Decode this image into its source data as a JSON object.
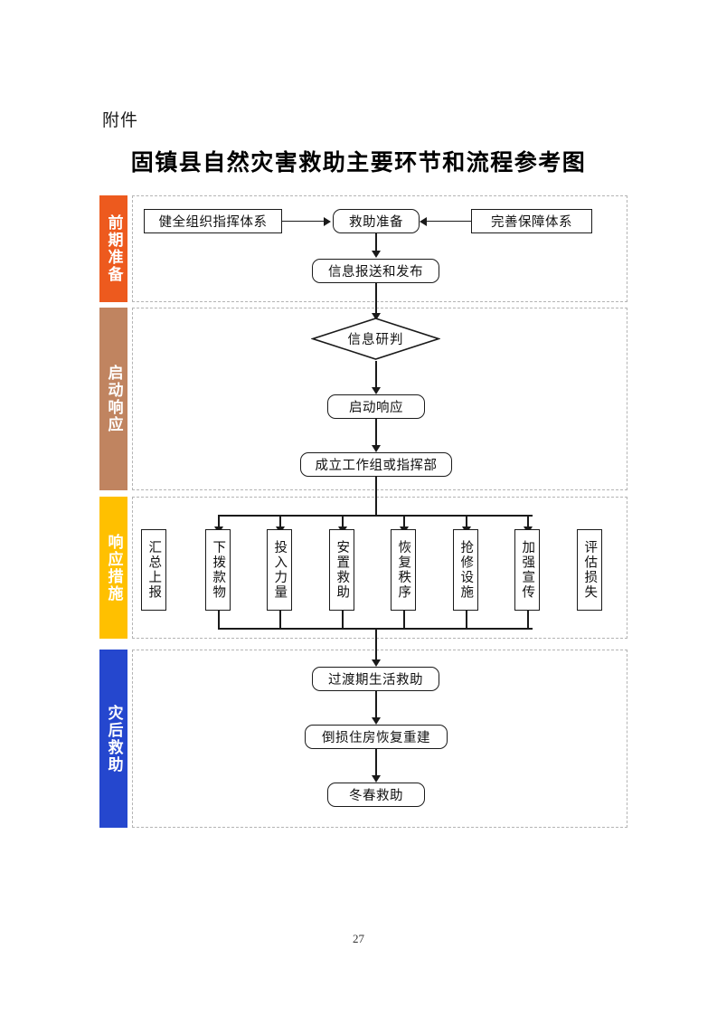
{
  "document": {
    "attachment_label": "附件",
    "title": "固镇县自然灾害救助主要环节和流程参考图",
    "page_number": "27"
  },
  "colors": {
    "stage1_tab": "#ED5A1E",
    "stage2_tab": "#C08460",
    "stage3_tab": "#FFC000",
    "stage4_tab": "#2547CE",
    "node_border": "#1a1a1a",
    "container_border": "#b4b4b4",
    "page_background": "#ffffff"
  },
  "stages": [
    {
      "id": "preparation",
      "tab_label": "前期准备",
      "tab_color": "#ED5A1E",
      "nodes": [
        {
          "name": "strengthen-command-system",
          "label": "健全组织指挥体系",
          "shape": "rect"
        },
        {
          "name": "relief-preparation",
          "label": "救助准备",
          "shape": "rounded-rect"
        },
        {
          "name": "improve-support-system",
          "label": "完善保障体系",
          "shape": "rect"
        },
        {
          "name": "info-report-release",
          "label": "信息报送和发布",
          "shape": "rounded-rect"
        }
      ]
    },
    {
      "id": "activate-response",
      "tab_label": "启动响应",
      "tab_color": "#C08460",
      "nodes": [
        {
          "name": "information-assessment",
          "label": "信息研判",
          "shape": "diamond"
        },
        {
          "name": "activate-response",
          "label": "启动响应",
          "shape": "rounded-rect"
        },
        {
          "name": "establish-working-group",
          "label": "成立工作组或指挥部",
          "shape": "rounded-rect"
        }
      ]
    },
    {
      "id": "response-measures",
      "tab_label": "响应措施",
      "tab_color": "#FFC000",
      "nodes": [
        {
          "name": "summarize-report",
          "label": "汇总上报",
          "shape": "rect-vertical"
        },
        {
          "name": "allocate-funds-supplies",
          "label": "下拨款物",
          "shape": "rect-vertical"
        },
        {
          "name": "deploy-forces",
          "label": "投入力量",
          "shape": "rect-vertical"
        },
        {
          "name": "resettlement-relief",
          "label": "安置救助",
          "shape": "rect-vertical"
        },
        {
          "name": "restore-order",
          "label": "恢复秩序",
          "shape": "rect-vertical"
        },
        {
          "name": "repair-facilities",
          "label": "抢修设施",
          "shape": "rect-vertical"
        },
        {
          "name": "strengthen-publicity",
          "label": "加强宣传",
          "shape": "rect-vertical"
        },
        {
          "name": "assess-losses",
          "label": "评估损失",
          "shape": "rect-vertical"
        }
      ]
    },
    {
      "id": "post-disaster-relief",
      "tab_label": "灾后救助",
      "tab_color": "#2547CE",
      "nodes": [
        {
          "name": "transitional-living-relief",
          "label": "过渡期生活救助",
          "shape": "rounded-rect"
        },
        {
          "name": "housing-reconstruction",
          "label": "倒损住房恢复重建",
          "shape": "rounded-rect"
        },
        {
          "name": "winter-spring-relief",
          "label": "冬春救助",
          "shape": "rounded-rect"
        }
      ]
    }
  ]
}
